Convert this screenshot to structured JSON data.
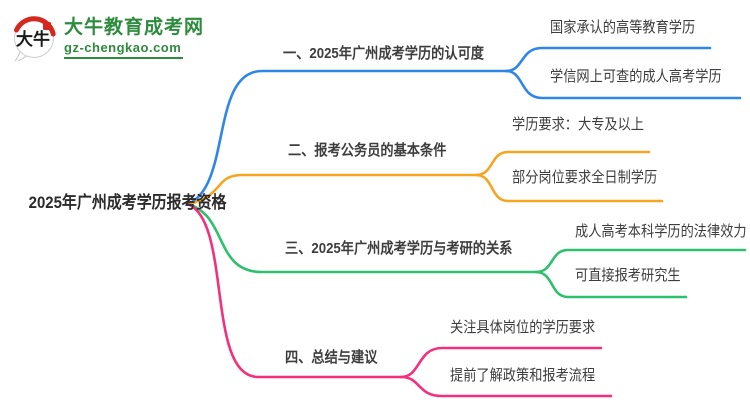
{
  "logo": {
    "icon_text": "大牛",
    "site_name": "大牛教育成考网",
    "site_domain": "gz-chengkao.com",
    "brand_green": "#2e8b3e",
    "accent_red": "#d5281e"
  },
  "mindmap": {
    "root": {
      "label": "2025年广州成考学历报考资格"
    },
    "branches": [
      {
        "label": "一、2025年广州成考学历的认可度",
        "color": "#2e87e8",
        "children": [
          {
            "label": "国家承认的高等教育学历"
          },
          {
            "label": "学信网上可查的成人高考学历"
          }
        ]
      },
      {
        "label": "二、报考公务员的基本条件",
        "color": "#f7a421",
        "children": [
          {
            "label": "学历要求：大专及以上"
          },
          {
            "label": "部分岗位要求全日制学历"
          }
        ]
      },
      {
        "label": "三、2025年广州成考学历与考研的关系",
        "color": "#2ec06c",
        "children": [
          {
            "label": "成人高考本科学历的法律效力"
          },
          {
            "label": "可直接报考研究生"
          }
        ]
      },
      {
        "label": "四、总结与建议",
        "color": "#f3307c",
        "children": [
          {
            "label": "关注具体岗位的学历要求"
          },
          {
            "label": "提前了解政策和报考流程"
          }
        ]
      }
    ]
  }
}
